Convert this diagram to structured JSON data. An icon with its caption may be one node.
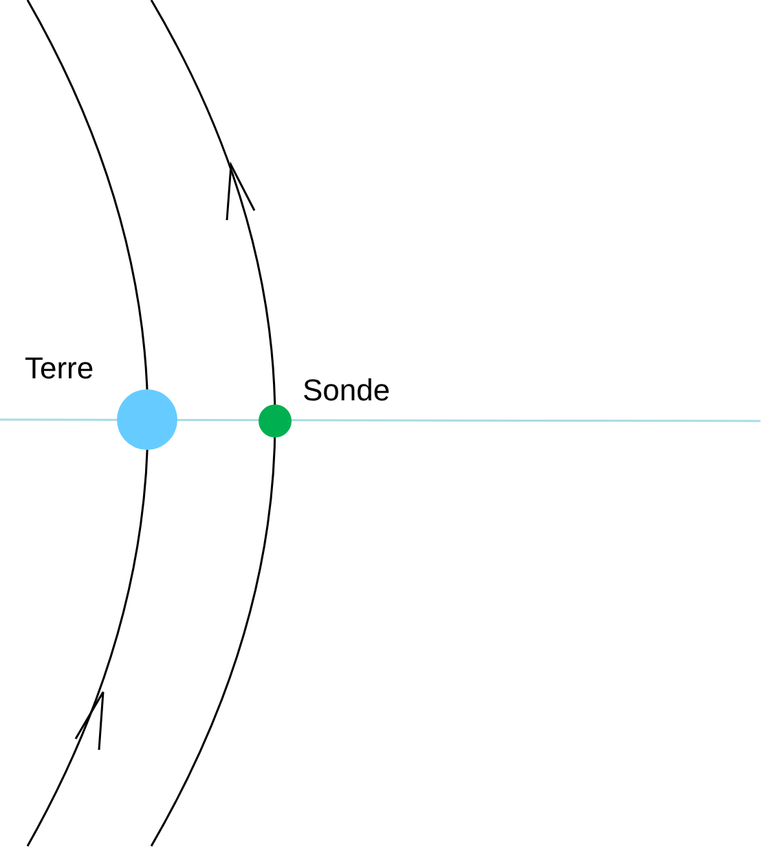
{
  "diagram": {
    "nodes": [
      {
        "text": [],
        "shape": "circle",
        "beside": [
          "Terre"
        ]
      },
      {
        "text": [],
        "shape": "circle",
        "beside": [
          "Sonde"
        ]
      }
    ]
  }
}
